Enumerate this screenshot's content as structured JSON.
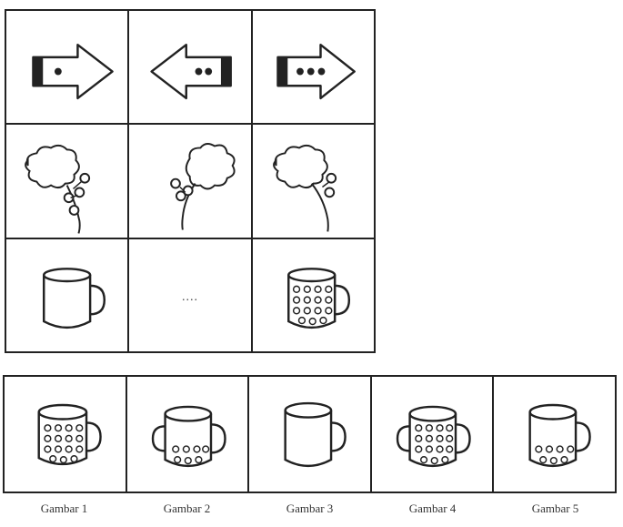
{
  "puzzle": {
    "rows": [
      {
        "cells": [
          {
            "icon": "arrow-right-icon",
            "dots": 1
          },
          {
            "icon": "arrow-left-icon",
            "dots": 2
          },
          {
            "icon": "arrow-right-icon",
            "dots": 3
          }
        ]
      },
      {
        "cells": [
          {
            "icon": "flower-icon",
            "orientation": "right-facing"
          },
          {
            "icon": "flower-icon",
            "orientation": "left-facing"
          },
          {
            "icon": "flower-icon",
            "orientation": "right-facing"
          }
        ]
      },
      {
        "cells": [
          {
            "icon": "mug-icon",
            "pattern": "plain"
          },
          {
            "missing": true,
            "text": "...."
          },
          {
            "icon": "mug-icon",
            "pattern": "dotted"
          }
        ]
      }
    ],
    "missing_text": "...."
  },
  "options": [
    {
      "label": "Gambar 1",
      "icon": "mug-icon",
      "pattern": "dotted-full",
      "handle": "right"
    },
    {
      "label": "Gambar 2",
      "icon": "mug-icon",
      "pattern": "dotted-bottom",
      "handle": "both"
    },
    {
      "label": "Gambar 3",
      "icon": "mug-icon",
      "pattern": "plain",
      "handle": "right"
    },
    {
      "label": "Gambar 4",
      "icon": "mug-icon",
      "pattern": "dotted-full",
      "handle": "both"
    },
    {
      "label": "Gambar 5",
      "icon": "mug-icon",
      "pattern": "dotted-bottom",
      "handle": "right"
    }
  ]
}
